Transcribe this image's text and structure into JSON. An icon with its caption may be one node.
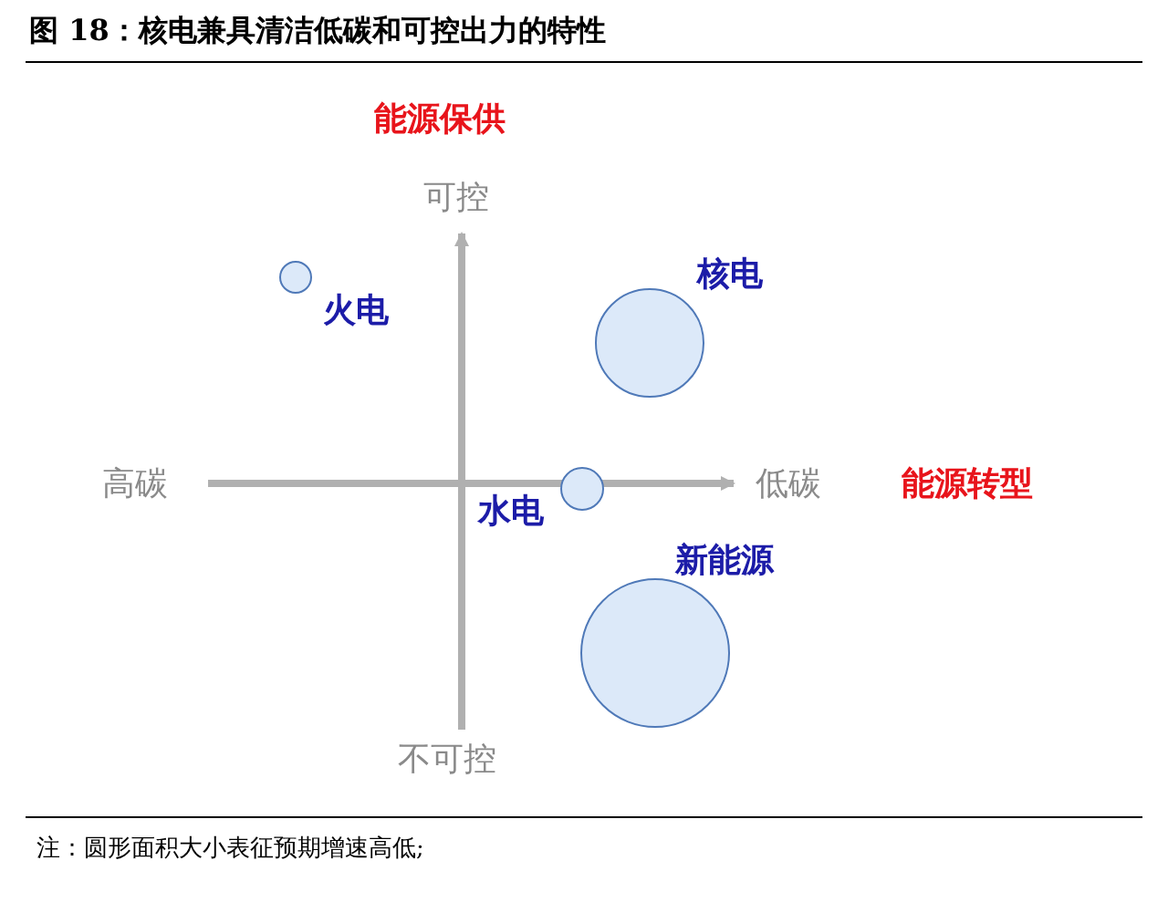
{
  "diagram": {
    "title": "图 18：核电兼具清洁低碳和可控出力的特性",
    "nodes": [
      {
        "text": [],
        "shape": "circle",
        "beside": [
          "火电"
        ]
      },
      {
        "text": [],
        "shape": "circle",
        "beside": [
          "核电"
        ]
      },
      {
        "text": [],
        "shape": "circle",
        "beside": [
          "水电"
        ]
      },
      {
        "text": [],
        "shape": "circle",
        "beside": [
          "新能源"
        ]
      }
    ],
    "edges": [],
    "labels": [
      "能源保供",
      "可控",
      "高碳",
      "低碳",
      "能源转型",
      "不可控",
      "注：圆形面积大小表征预期增速高低;"
    ]
  }
}
